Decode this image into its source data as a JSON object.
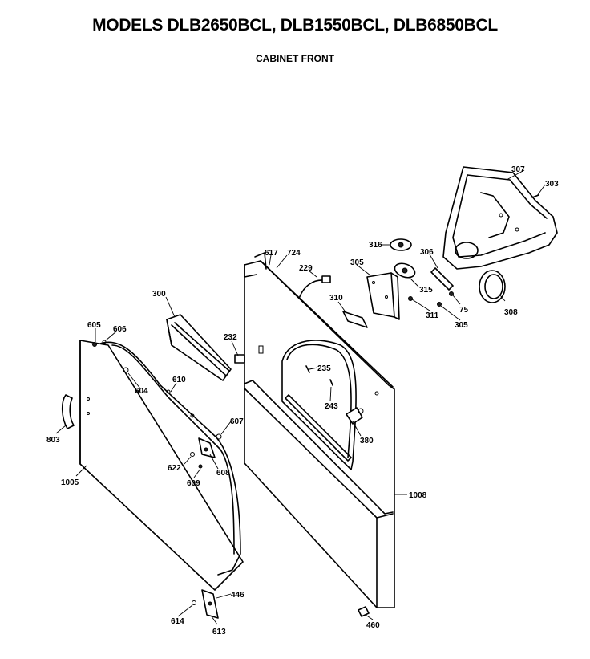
{
  "header": {
    "title": "MODELS DLB2650BCL, DLB1550BCL, DLB6850BCL",
    "subtitle": "CABINET FRONT"
  },
  "callouts": [
    "307",
    "303",
    "617",
    "724",
    "229",
    "316",
    "305",
    "306",
    "300",
    "310",
    "315",
    "75",
    "311",
    "305",
    "308",
    "605",
    "606",
    "232",
    "235",
    "610",
    "604",
    "243",
    "607",
    "803",
    "380",
    "622",
    "608",
    "609",
    "1005",
    "1008",
    "446",
    "614",
    "613",
    "460"
  ]
}
